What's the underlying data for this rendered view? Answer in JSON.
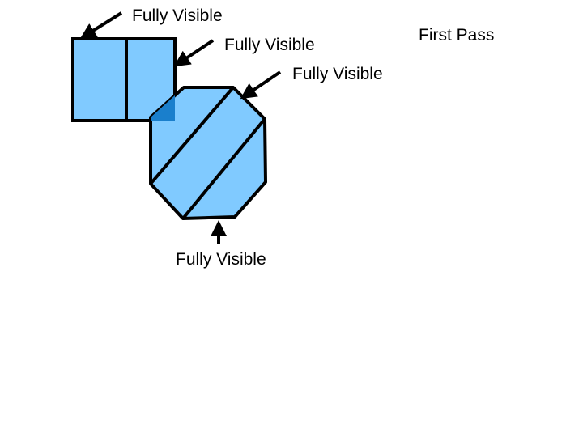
{
  "slide": {
    "heading": "First Pass"
  },
  "labels": {
    "top": "Fully Visible",
    "middle": "Fully Visible",
    "right": "Fully Visible",
    "bottom": "Fully Visible"
  },
  "colors": {
    "shape_fill": "#80CAFF",
    "overlap_fill": "#1A7FCC",
    "stroke": "#000000",
    "background": "#FFFFFF"
  }
}
